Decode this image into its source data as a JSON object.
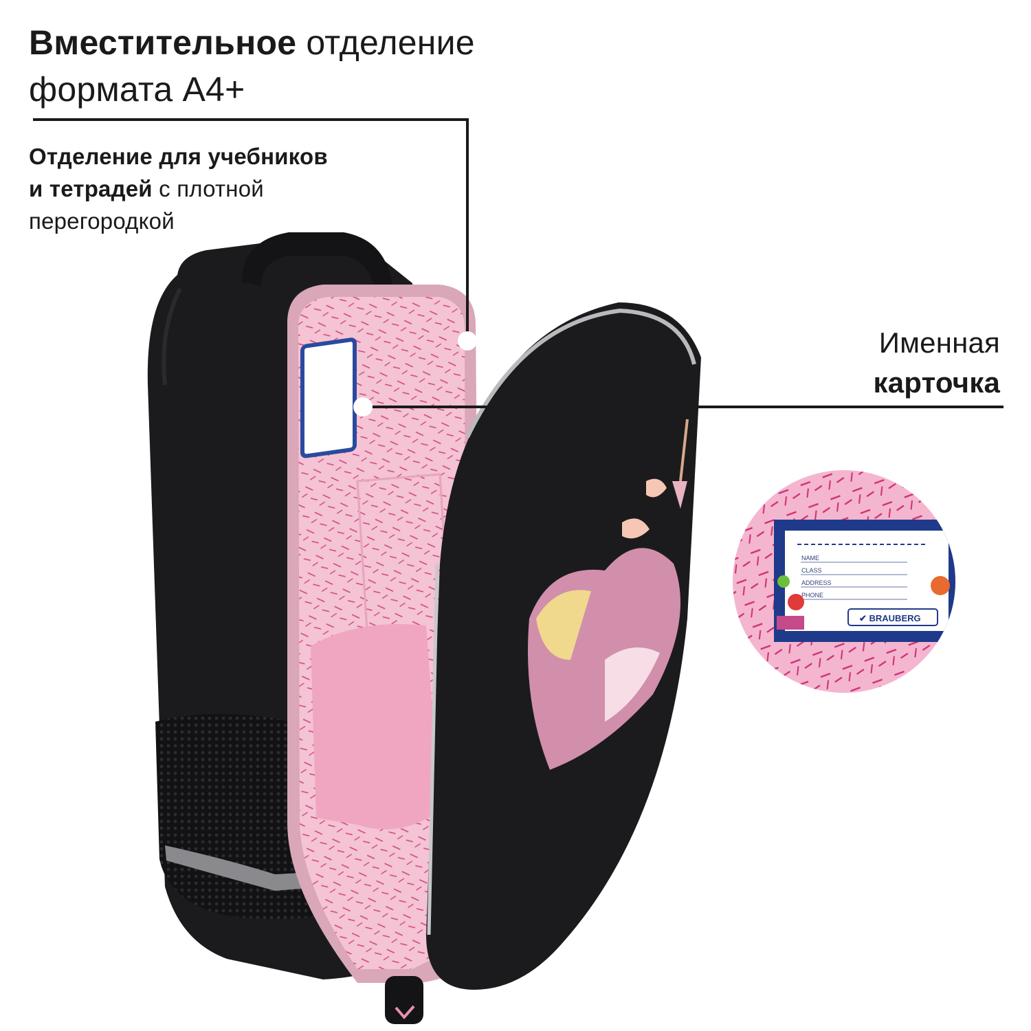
{
  "captions": {
    "main_compartment": {
      "bold": "Вместительное",
      "rest_line1": " отделение",
      "line2": "формата А4+"
    },
    "books_compartment": {
      "bold_line1": "Отделение для учебников",
      "bold_line2": "и тетрадей",
      "rest_line2": " с плотной",
      "line3": "перегородкой"
    },
    "name_card": {
      "line1": "Именная",
      "bold_line2": "карточка"
    }
  },
  "name_card_fields": [
    "NAME",
    "CLASS",
    "ADDRESS",
    "PHONE"
  ],
  "brand": "BRAUBERG",
  "colors": {
    "bag": "#1b1b1d",
    "lining": "#f2b9cc",
    "lining_pattern": "#c9306e",
    "card_frame": "#1f3a8a",
    "zoom_circle": "#f4b6cf",
    "callout": "#1a1a1a"
  }
}
